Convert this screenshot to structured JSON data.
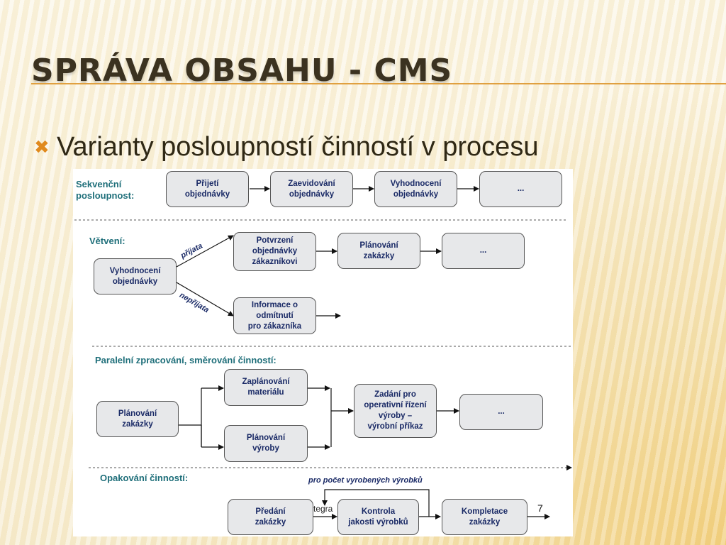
{
  "slide": {
    "title": "SPRÁVA OBSAHU - CMS",
    "bullet": "Varianty posloupností činností v procesu",
    "page_number": "7",
    "overlay_fragment": "tegra"
  },
  "diagram": {
    "sections": [
      {
        "id": "seq",
        "label": "Sekvenční\nposloupnost:"
      },
      {
        "id": "branch",
        "label": "Větvení:"
      },
      {
        "id": "parallel",
        "label": "Paralelní zpracování, směrování  činností:"
      },
      {
        "id": "repeat",
        "label": "Opakování činností:"
      }
    ],
    "boxes": {
      "seq_1": "Přijetí\nobjednávky",
      "seq_2": "Zaevidování\nobjednávky",
      "seq_3": "Vyhodnocení\nobjednávky",
      "seq_4": "...",
      "br_start": "Vyhodnocení\nobjednávky",
      "br_top_1": "Potvrzení\nobjednávky\nzákazníkovi",
      "br_top_2": "Plánování\nzakázky",
      "br_top_3": "...",
      "br_bottom": "Informace o\nodmítnutí\npro zákazníka",
      "par_start": "Plánování\nzakázky",
      "par_top": "Zaplánování\nmateriálu",
      "par_bottom": "Plánování\nvýroby",
      "par_join": "Zadání pro\noperativní řízení\nvýroby –\nvýrobní příkaz",
      "par_end": "...",
      "rep_1": "Předání\nzakázky",
      "rep_2": "Kontrola\njakosti výrobků",
      "rep_3": "Kompletace\nzakázky"
    },
    "edge_labels": {
      "accepted": "přijata",
      "rejected": "nepřijata",
      "loop": "pro počet vyrobených výrobků"
    }
  }
}
